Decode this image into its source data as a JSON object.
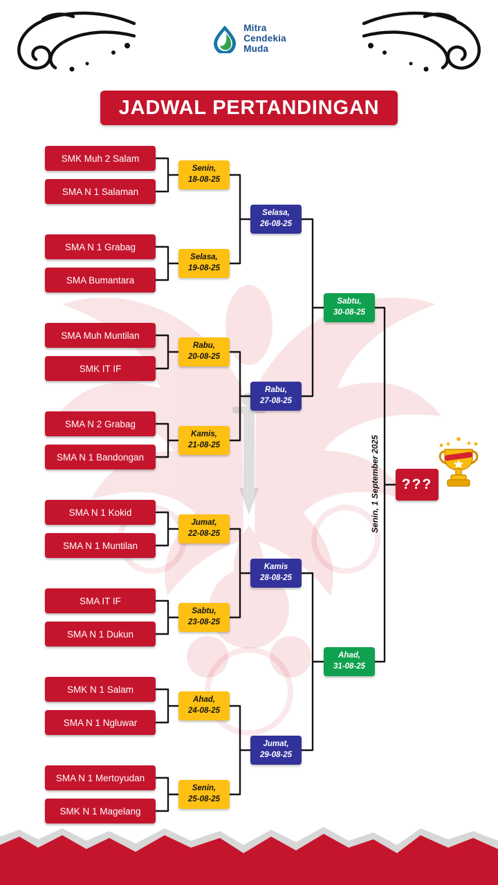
{
  "logo": {
    "name_lines": [
      "Mitra",
      "Cendekia",
      "Muda"
    ]
  },
  "title": "JADWAL PERTANDINGAN",
  "bracket": {
    "teams": [
      "SMK Muh 2 Salam",
      "SMA N 1 Salaman",
      "SMA N 1 Grabag",
      "SMA Bumantara",
      "SMA Muh Muntilan",
      "SMK IT IF",
      "SMA N 2 Grabag",
      "SMA N 1 Bandongan",
      "SMA N 1 Kokid",
      "SMA N 1 Muntilan",
      "SMA IT IF",
      "SMA N 1 Dukun",
      "SMK N 1 Salam",
      "SMA N 1 Ngluwar",
      "SMA N 1 Mertoyudan",
      "SMK N 1 Magelang"
    ],
    "round1": [
      {
        "day": "Senin,",
        "date": "18-08-25"
      },
      {
        "day": "Selasa,",
        "date": "19-08-25"
      },
      {
        "day": "Rabu,",
        "date": "20-08-25"
      },
      {
        "day": "Kamis,",
        "date": "21-08-25"
      },
      {
        "day": "Jumat,",
        "date": "22-08-25"
      },
      {
        "day": "Sabtu,",
        "date": "23-08-25"
      },
      {
        "day": "Ahad,",
        "date": "24-08-25"
      },
      {
        "day": "Senin,",
        "date": "25-08-25"
      }
    ],
    "round2": [
      {
        "day": "Selasa,",
        "date": "26-08-25"
      },
      {
        "day": "Rabu,",
        "date": "27-08-25"
      },
      {
        "day": "Kamis",
        "date": "28-08-25"
      },
      {
        "day": "Jumat,",
        "date": "29-08-25"
      }
    ],
    "semifinals": [
      {
        "day": "Sabtu,",
        "date": "30-08-25"
      },
      {
        "day": "Ahad,",
        "date": "31-08-25"
      }
    ],
    "final": {
      "date_label": "Senin, 1 September 2025",
      "winner_placeholder": "???"
    }
  },
  "icons": {
    "trophy-icon": "gold trophy cup with star and sparkles",
    "logo-drop-icon": "blue-green water drop swirl",
    "corner-flourish-icon": "black calligraphic swirl ornament"
  },
  "colors": {
    "red": "#c5152d",
    "yellow": "#fdc013",
    "navy": "#32329b",
    "green": "#0fa14f",
    "logo_blue": "#1d4f8f"
  }
}
